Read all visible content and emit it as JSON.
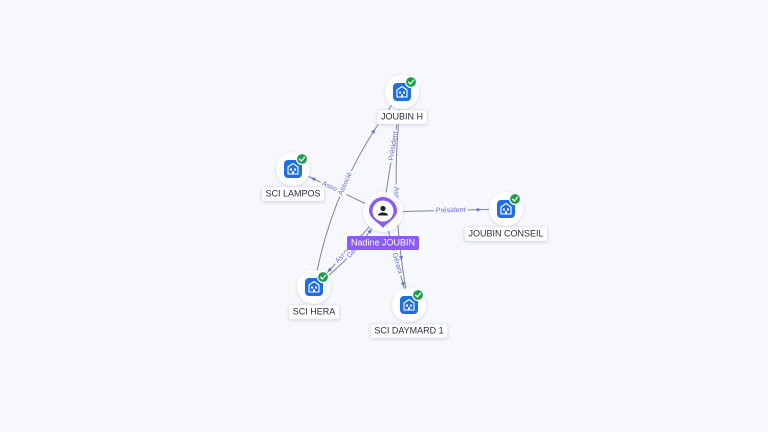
{
  "colors": {
    "background": "#f6f8fc",
    "edge": "#7f8696",
    "edge_label": "#6b6fd4",
    "company_icon": "#1f6fe0",
    "verified_badge": "#1e9e4a",
    "person_accent": "#8a5cf6"
  },
  "center_node": {
    "label": "Nadine JOUBIN",
    "icon": "person-icon"
  },
  "company_nodes": [
    {
      "id": "joubin-h",
      "label": "JOUBIN H",
      "icon": "building-icon",
      "verified": true
    },
    {
      "id": "sci-lampos",
      "label": "SCI LAMPOS",
      "icon": "building-icon",
      "verified": true
    },
    {
      "id": "joubin-conseil",
      "label": "JOUBIN CONSEIL",
      "icon": "building-icon",
      "verified": true
    },
    {
      "id": "sci-hera",
      "label": "SCI HERA",
      "icon": "building-icon",
      "verified": true
    },
    {
      "id": "sci-daymard-1",
      "label": "SCI DAYMARD 1",
      "icon": "building-icon",
      "verified": true
    }
  ],
  "edges": [
    {
      "from": "center",
      "to": "joubin-h",
      "label": "Président"
    },
    {
      "from": "center",
      "to": "sci-lampos",
      "label": "Associé"
    },
    {
      "from": "center",
      "to": "joubin-conseil",
      "label": "Président"
    },
    {
      "from": "center",
      "to": "sci-hera",
      "label": "Associé"
    },
    {
      "from": "center",
      "to": "sci-daymard-1",
      "label": "Gérant"
    },
    {
      "from": "sci-hera",
      "to": "joubin-h",
      "label": "Associé"
    },
    {
      "from": "joubin-h",
      "to": "sci-daymard-1",
      "label": "Associé"
    },
    {
      "from": "sci-hera",
      "to": "center",
      "label": "Gér"
    }
  ]
}
